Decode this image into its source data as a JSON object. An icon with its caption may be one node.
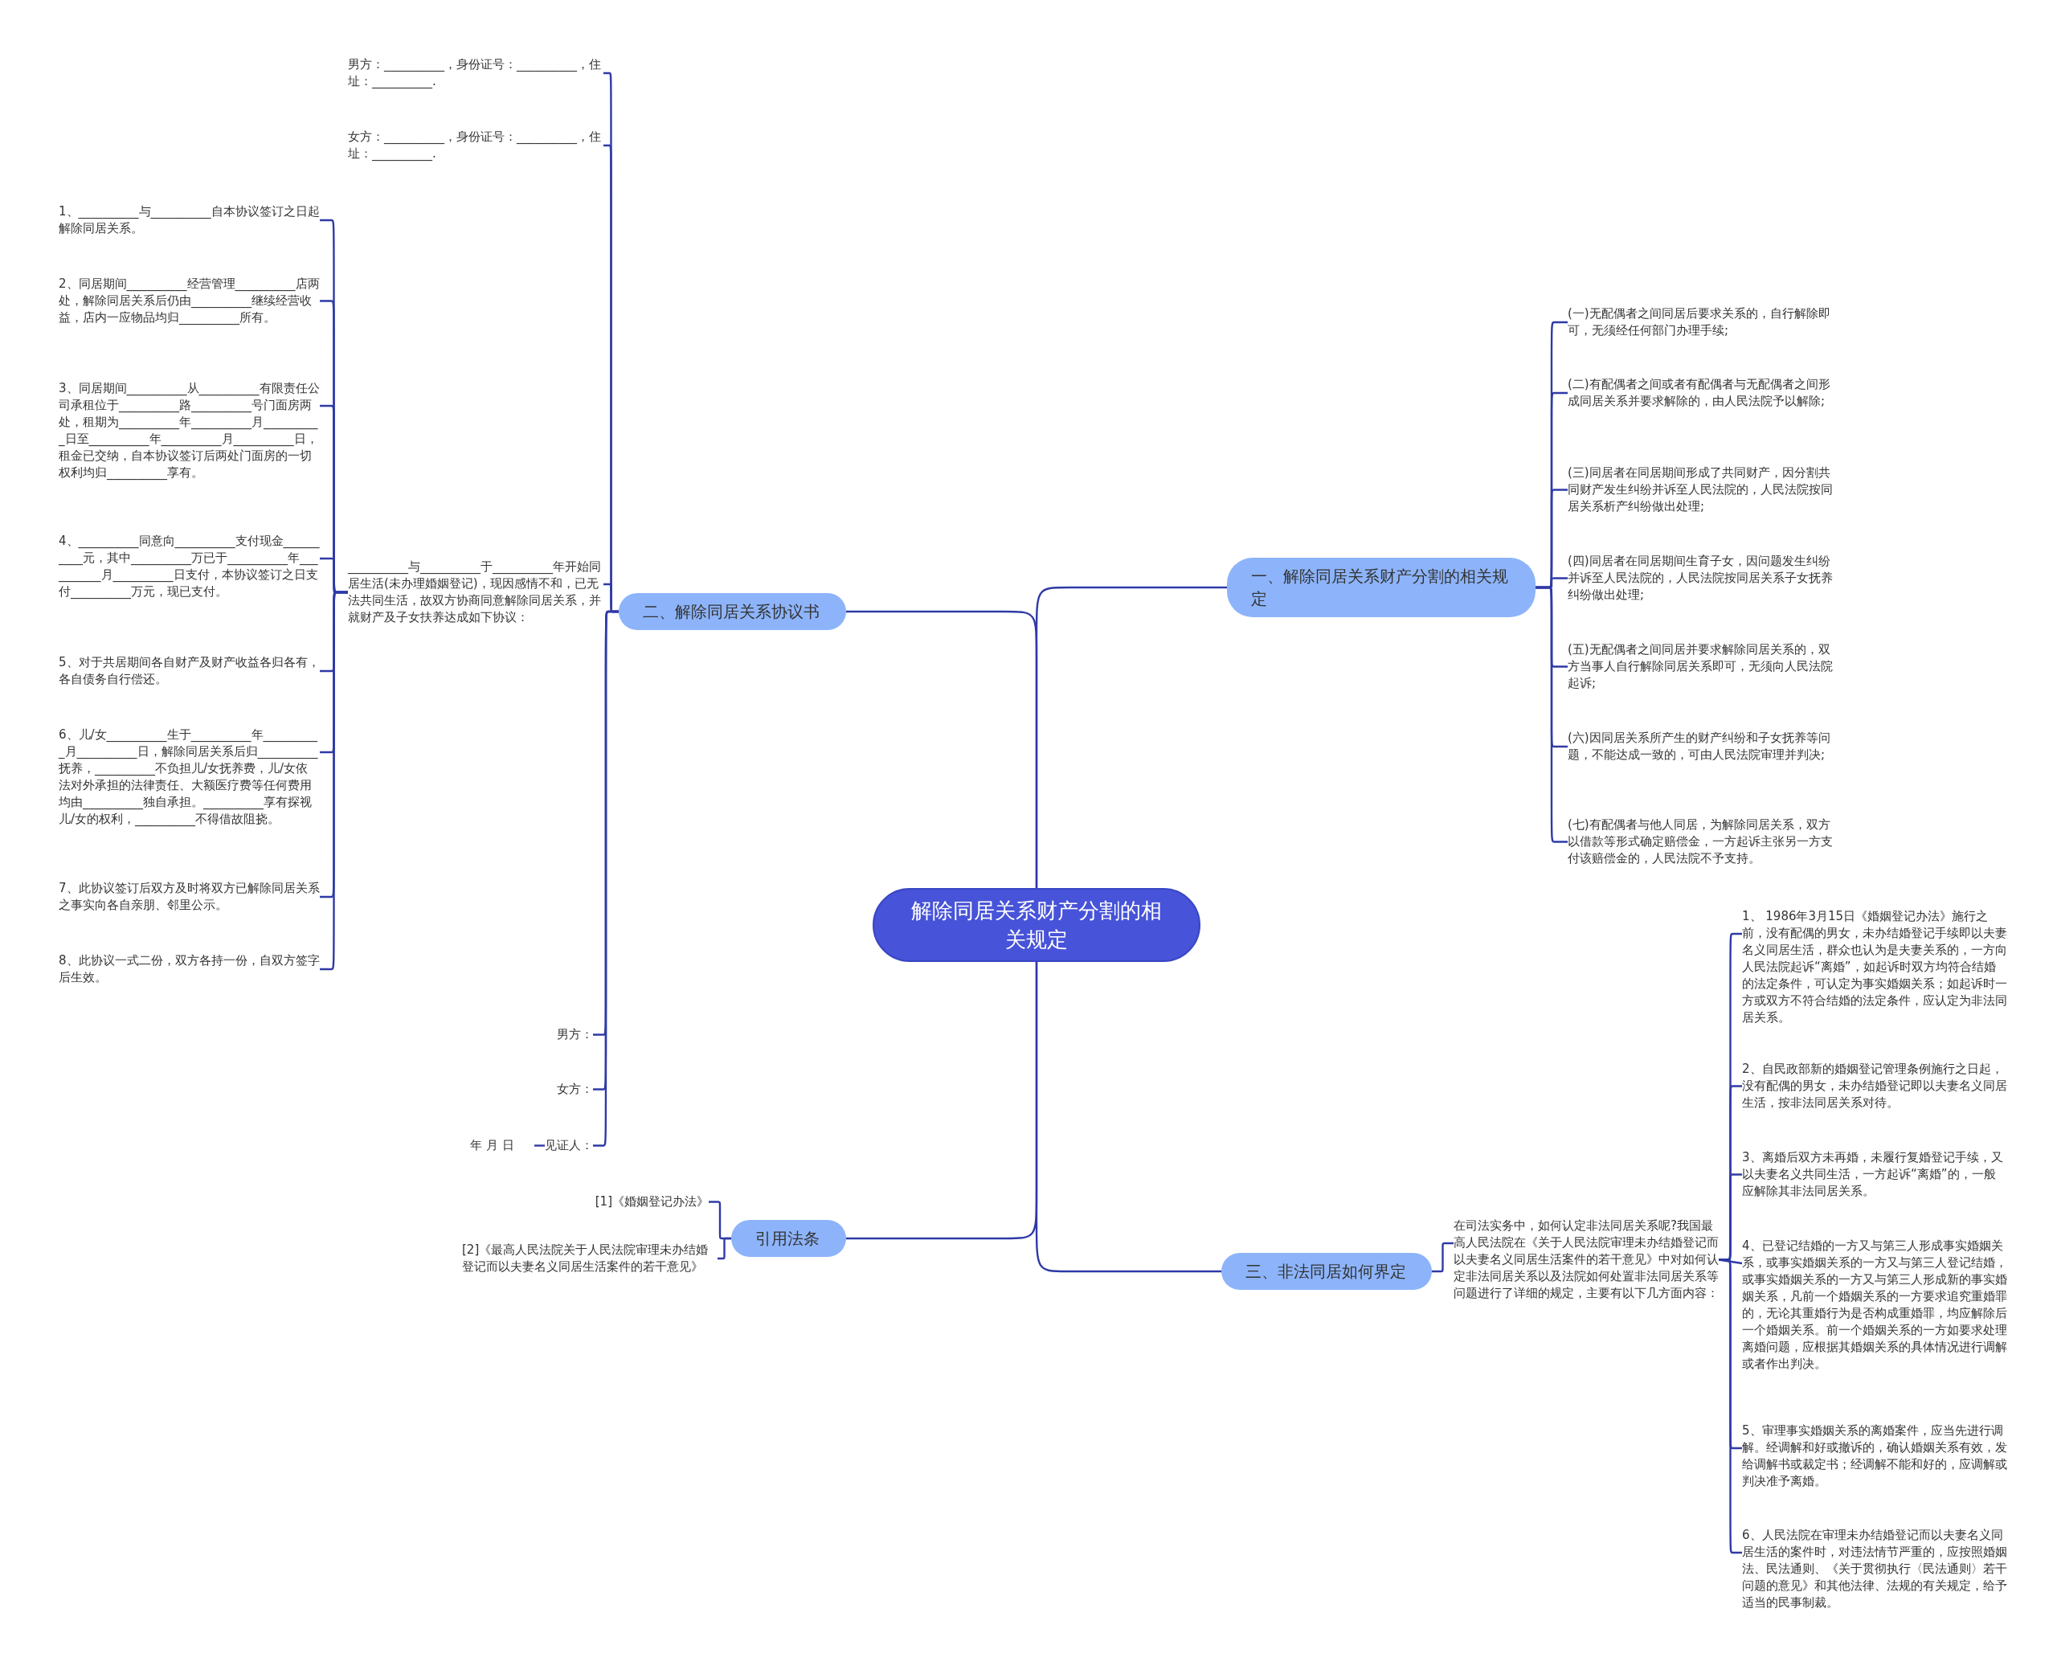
{
  "diagram": {
    "nodes": [
      {
        "text": [
          "解除同居关系财产分割的相关规定"
        ]
      },
      {
        "text": [
          "一、解除同居关系财产分割的相关规定"
        ]
      },
      {
        "text": [
          "(一)无配偶者之间同居后要求关系的，自行解除即可，无须经任何部门办理手续;"
        ]
      },
      {
        "text": [
          "(二)有配偶者之间或者有配偶者与无配偶者之间形成同居关系并要求解除的，由人民法院予以解除;"
        ]
      },
      {
        "text": [
          "(三)同居者在同居期间形成了共同财产，因分割共同财产发生纠纷并诉至人民法院的，人民法院按同居关系析产纠纷做出处理;"
        ]
      },
      {
        "text": [
          "(四)同居者在同居期间生育子女，因问题发生纠纷并诉至人民法院的，人民法院按同居关系子女抚养纠纷做出处理;"
        ]
      },
      {
        "text": [
          "(五)无配偶者之间同居并要求解除同居关系的，双方当事人自行解除同居关系即可，无须向人民法院起诉;"
        ]
      },
      {
        "text": [
          "(六)因同居关系所产生的财产纠纷和子女抚养等问题，不能达成一致的，可由人民法院审理并判决;"
        ]
      },
      {
        "text": [
          "(七)有配偶者与他人同居，为解除同居关系，双方以借款等形式确定赔偿金，一方起诉主张另一方支付该赔偿金的，人民法院不予支持。"
        ]
      },
      {
        "text": [
          "二、解除同居关系协议书"
        ]
      },
      {
        "text": [
          "男方：__________，身份证号：__________，住址：__________."
        ]
      },
      {
        "text": [
          "女方：__________，身份证号：__________，住址：__________."
        ]
      },
      {
        "text": [
          "__________与__________于__________年开始同居生活(未办理婚姻登记)，现因感情不和，已无法共同生活，故双方协商同意解除同居关系，并就财产及子女扶养达成如下协议："
        ]
      },
      {
        "text": [
          "1、__________与__________自本协议签订之日起解除同居关系。"
        ]
      },
      {
        "text": [
          "2、同居期间__________经营管理__________店两处，解除同居关系后仍由__________继续经营收益，店内一应物品均归__________所有。"
        ]
      },
      {
        "text": [
          "3、同居期间__________从__________有限责任公司承租位于__________路__________号门面房两处，租期为__________年__________月__________日至__________年__________月__________日，租金已交纳，自本协议签订后两处门面房的一切权利均归__________享有。"
        ]
      },
      {
        "text": [
          "4、__________同意向__________支付现金__________元，其中__________万已于__________年__________月__________日支付，本协议签订之日支付__________万元，现已支付。"
        ]
      },
      {
        "text": [
          "5、对于共居期间各自财产及财产收益各归各有，各自债务自行偿还。"
        ]
      },
      {
        "text": [
          "6、儿/女__________生于__________年__________月__________日，解除同居关系后归__________抚养，__________不负担儿/女抚养费，儿/女依法对外承担的法律责任、大额医疗费等任何费用均由__________独自承担。__________享有探视儿/女的权利，__________不得借故阻挠。"
        ]
      },
      {
        "text": [
          "7、此协议签订后双方及时将双方已解除同居关系之事实向各自亲朋、邻里公示。"
        ]
      },
      {
        "text": [
          "8、此协议一式二份，双方各持一份，自双方签字后生效。"
        ]
      },
      {
        "text": [
          "男方："
        ]
      },
      {
        "text": [
          "女方："
        ]
      },
      {
        "text": [
          "见证人："
        ]
      },
      {
        "text": [
          "年 月 日"
        ]
      },
      {
        "text": [
          "三、非法同居如何界定"
        ]
      },
      {
        "text": [
          "在司法实务中，如何认定非法同居关系呢?我国最高人民法院在《关于人民法院审理未办结婚登记而以夫妻名义同居生活案件的若干意见》中对如何认定非法同居关系以及法院如何处置非法同居关系等问题进行了详细的规定，主要有以下几方面内容："
        ]
      },
      {
        "text": [
          "1、 1986年3月15日《婚姻登记办法》施行之前，没有配偶的男女，未办结婚登记手续即以夫妻名义同居生活，群众也认为是夫妻关系的，一方向人民法院起诉“离婚”，如起诉时双方均符合结婚的法定条件，可认定为事实婚姻关系；如起诉时一方或双方不符合结婚的法定条件，应认定为非法同居关系。"
        ]
      },
      {
        "text": [
          "2、自民政部新的婚姻登记管理条例施行之日起，没有配偶的男女，未办结婚登记即以夫妻名义同居生活，按非法同居关系对待。"
        ]
      },
      {
        "text": [
          "3、离婚后双方未再婚，未履行复婚登记手续，又以夫妻名义共同生活，一方起诉“离婚”的，一般应解除其非法同居关系。"
        ]
      },
      {
        "text": [
          "4、已登记结婚的一方又与第三人形成事实婚姻关系，或事实婚姻关系的一方又与第三人登记结婚，或事实婚姻关系的一方又与第三人形成新的事实婚姻关系，凡前一个婚姻关系的一方要求追究重婚罪的，无论其重婚行为是否构成重婚罪，均应解除后一个婚姻关系。前一个婚姻关系的一方如要求处理离婚问题，应根据其婚姻关系的具体情况进行调解或者作出判决。"
        ]
      },
      {
        "text": [
          "5、审理事实婚姻关系的离婚案件，应当先进行调解。经调解和好或撤诉的，确认婚姻关系有效，发给调解书或裁定书；经调解不能和好的，应调解或判决准予离婚。"
        ]
      },
      {
        "text": [
          "6、人民法院在审理未办结婚登记而以夫妻名义同居生活的案件时，对违法情节严重的，应按照婚姻法、民法通则、《关于贯彻执行〈民法通则〉若干问题的意见》和其他法律、法规的有关规定，给予适当的民事制裁。"
        ]
      },
      {
        "text": [
          "引用法条"
        ]
      },
      {
        "text": [
          "[1]《婚姻登记办法》"
        ]
      },
      {
        "text": [
          "[2]《最高人民法院关于人民法院审理未办结婚登记而以夫妻名义同居生活案件的若干意见》"
        ]
      }
    ],
    "edges": [
      {
        "from": 0,
        "to": 1,
        "arrow": "none"
      },
      {
        "from": 1,
        "to": 2,
        "arrow": "none"
      },
      {
        "from": 1,
        "to": 3,
        "arrow": "none"
      },
      {
        "from": 1,
        "to": 4,
        "arrow": "none"
      },
      {
        "from": 1,
        "to": 5,
        "arrow": "none"
      },
      {
        "from": 1,
        "to": 6,
        "arrow": "none"
      },
      {
        "from": 1,
        "to": 7,
        "arrow": "none"
      },
      {
        "from": 1,
        "to": 8,
        "arrow": "none"
      },
      {
        "from": 0,
        "to": 9,
        "arrow": "none"
      },
      {
        "from": 9,
        "to": 10,
        "arrow": "none"
      },
      {
        "from": 9,
        "to": 11,
        "arrow": "none"
      },
      {
        "from": 9,
        "to": 12,
        "arrow": "none"
      },
      {
        "from": 12,
        "to": 13,
        "arrow": "none"
      },
      {
        "from": 12,
        "to": 14,
        "arrow": "none"
      },
      {
        "from": 12,
        "to": 15,
        "arrow": "none"
      },
      {
        "from": 12,
        "to": 16,
        "arrow": "none"
      },
      {
        "from": 12,
        "to": 17,
        "arrow": "none"
      },
      {
        "from": 12,
        "to": 18,
        "arrow": "none"
      },
      {
        "from": 12,
        "to": 19,
        "arrow": "none"
      },
      {
        "from": 12,
        "to": 20,
        "arrow": "none"
      },
      {
        "from": 9,
        "to": 21,
        "arrow": "none"
      },
      {
        "from": 9,
        "to": 22,
        "arrow": "none"
      },
      {
        "from": 9,
        "to": 23,
        "arrow": "none"
      },
      {
        "from": 23,
        "to": 24,
        "arrow": "none"
      },
      {
        "from": 0,
        "to": 25,
        "arrow": "none"
      },
      {
        "from": 25,
        "to": 26,
        "arrow": "none"
      },
      {
        "from": 26,
        "to": 27,
        "arrow": "none"
      },
      {
        "from": 26,
        "to": 28,
        "arrow": "none"
      },
      {
        "from": 26,
        "to": 29,
        "arrow": "none"
      },
      {
        "from": 26,
        "to": 30,
        "arrow": "none"
      },
      {
        "from": 26,
        "to": 31,
        "arrow": "none"
      },
      {
        "from": 26,
        "to": 32,
        "arrow": "none"
      },
      {
        "from": 0,
        "to": 33,
        "arrow": "none"
      },
      {
        "from": 33,
        "to": 34,
        "arrow": "none"
      },
      {
        "from": 33,
        "to": 35,
        "arrow": "none"
      }
    ]
  }
}
